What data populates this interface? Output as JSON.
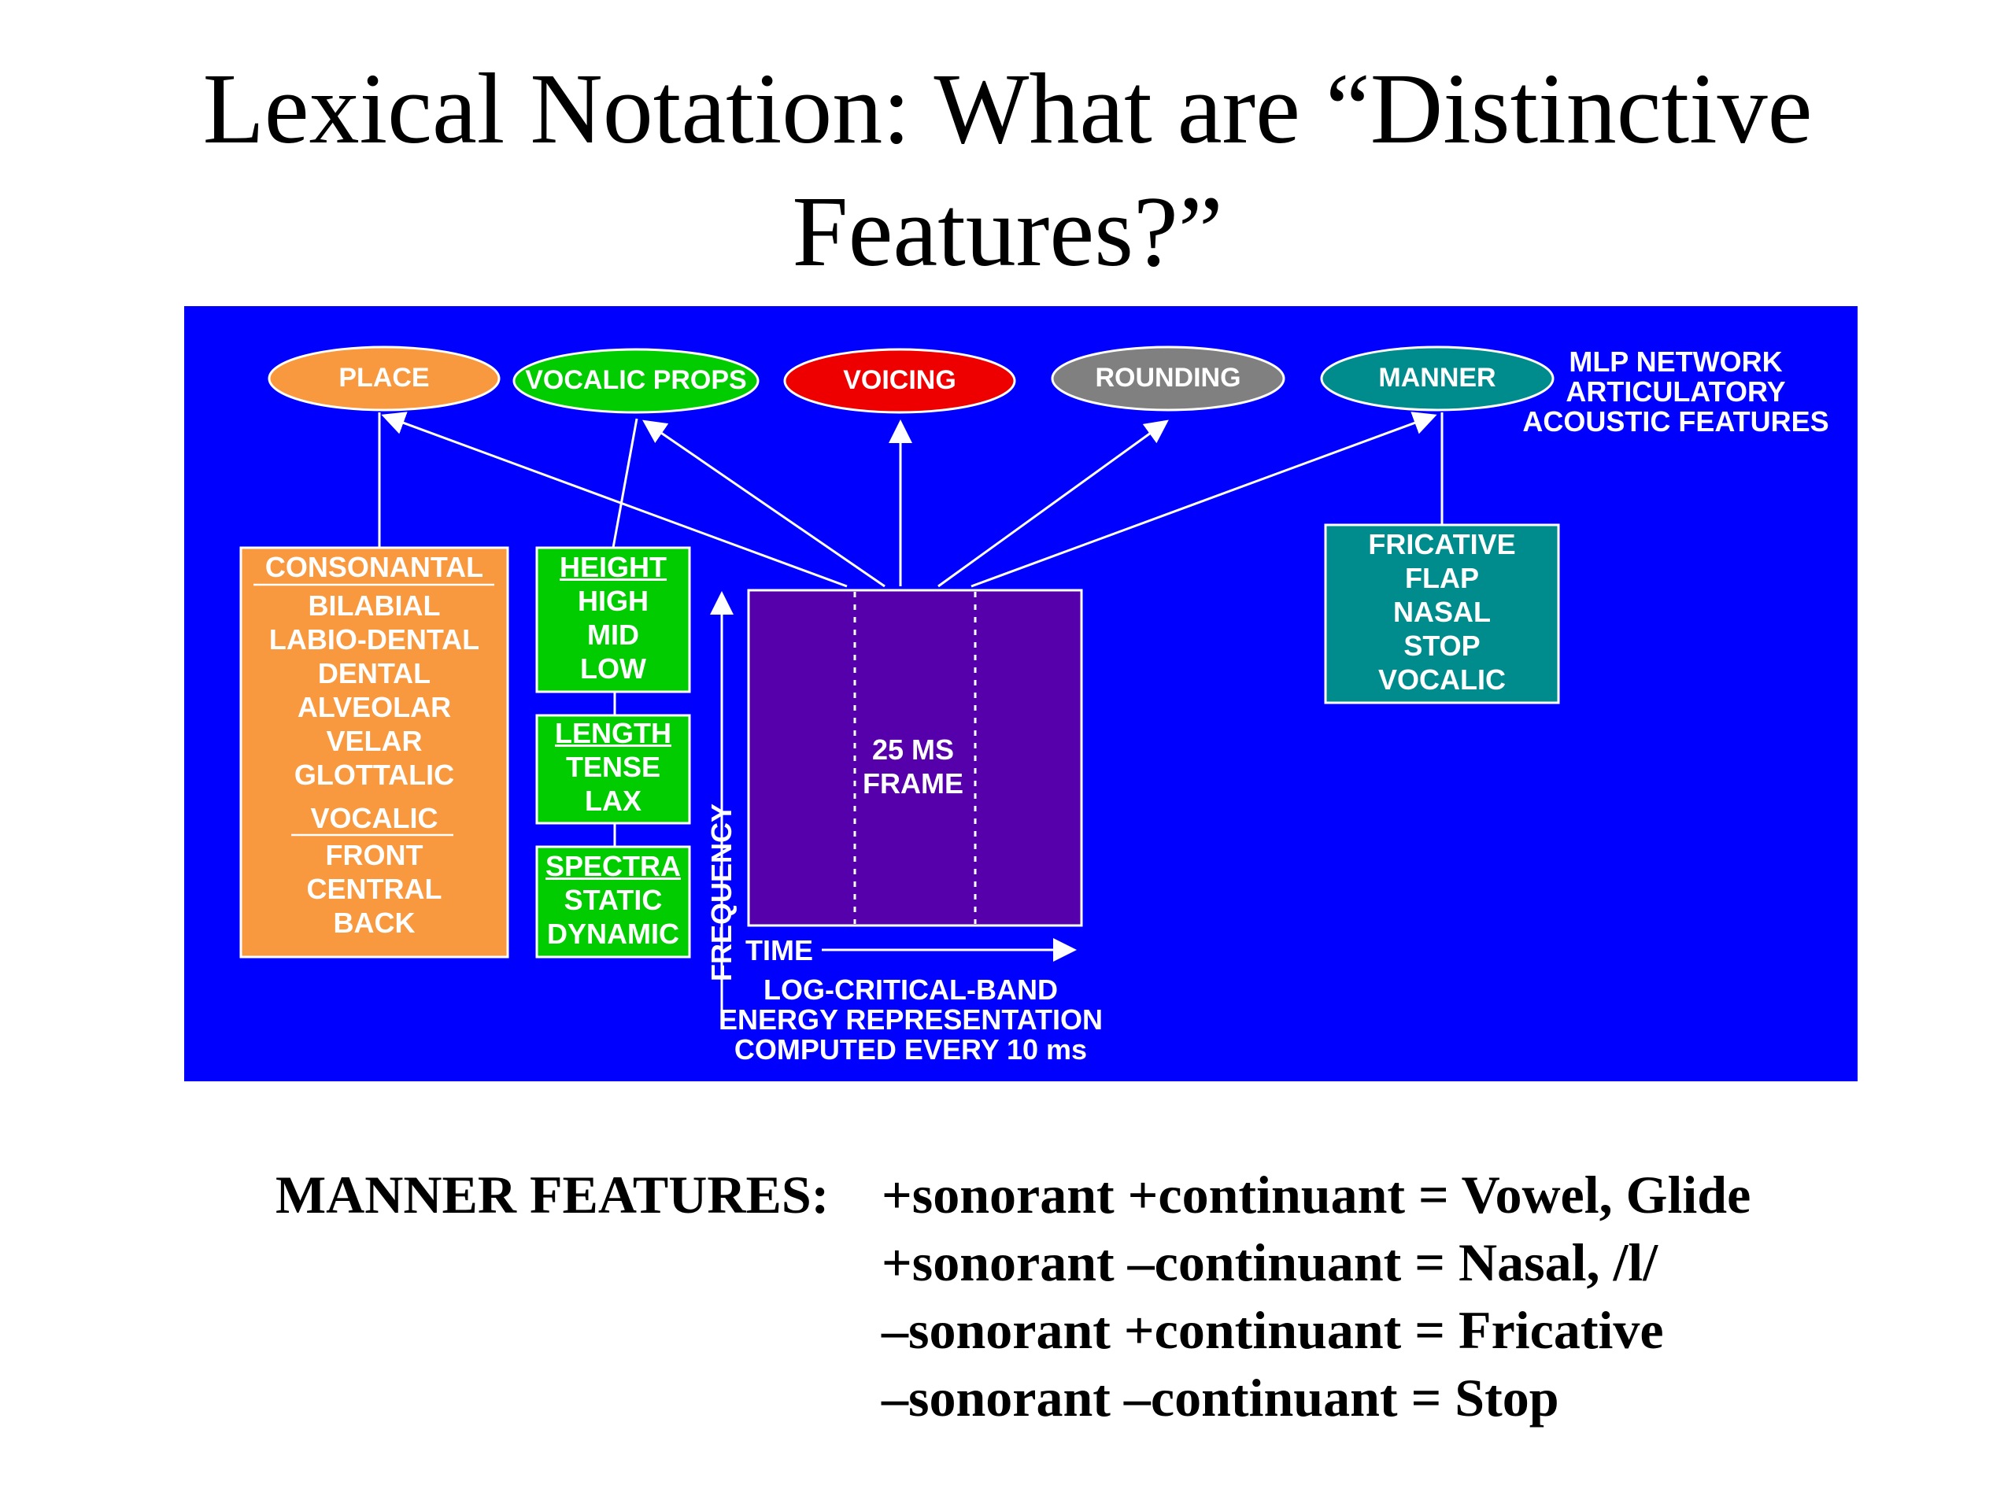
{
  "title": {
    "line1": "Lexical Notation: What are “Distinctive",
    "line2": "Features?”"
  },
  "diagram": {
    "colors": {
      "background": "#0000ff",
      "place": "#f8993f",
      "vocalic_props": "#00cc00",
      "voicing": "#ee0000",
      "rounding": "#808080",
      "manner": "#008c8c",
      "frame": "#5500aa",
      "text": "#ffffff"
    },
    "ovals": {
      "place": "PLACE",
      "vocalic_props": "VOCALIC PROPS",
      "voicing": "VOICING",
      "rounding": "ROUNDING",
      "manner": "MANNER"
    },
    "mlp_label": {
      "line1": "MLP NETWORK",
      "line2": "ARTICULATORY",
      "line3": "ACOUSTIC FEATURES"
    },
    "place_box": {
      "heading1": "CONSONANTAL",
      "items1": [
        "BILABIAL",
        "LABIO-DENTAL",
        "DENTAL",
        "ALVEOLAR",
        "VELAR",
        "GLOTTALIC"
      ],
      "heading2": "VOCALIC",
      "items2": [
        "FRONT",
        "CENTRAL",
        "BACK"
      ]
    },
    "height_box": {
      "heading": "HEIGHT",
      "items": [
        "HIGH",
        "MID",
        "LOW"
      ]
    },
    "length_box": {
      "heading": "LENGTH",
      "items": [
        "TENSE",
        "LAX"
      ]
    },
    "spectra_box": {
      "heading": "SPECTRA",
      "items": [
        "STATIC",
        "DYNAMIC"
      ]
    },
    "manner_box": {
      "items": [
        "FRICATIVE",
        "FLAP",
        "NASAL",
        "STOP",
        "VOCALIC"
      ]
    },
    "frame": {
      "line1": "25 MS",
      "line2": "FRAME",
      "frequency_label": "FREQUENCY",
      "time_label": "TIME",
      "caption1": "LOG-CRITICAL-BAND",
      "caption2": "ENERGY REPRESENTATION",
      "caption3": "COMPUTED EVERY 10 ms"
    }
  },
  "manner_features": {
    "label": "MANNER FEATURES:",
    "rules": [
      "+sonorant +continuant = Vowel, Glide",
      "+sonorant –continuant = Nasal, /l/",
      "–sonorant +continuant = Fricative",
      "–sonorant –continuant = Stop"
    ]
  }
}
